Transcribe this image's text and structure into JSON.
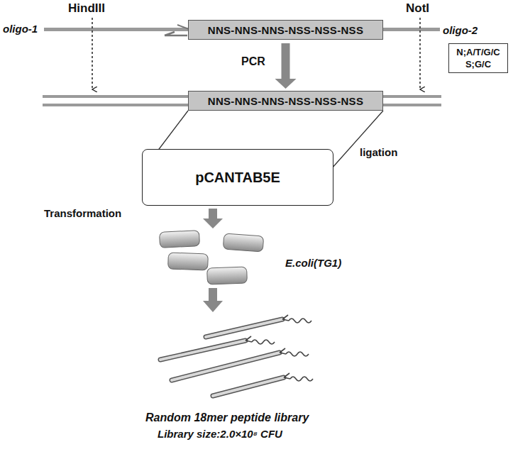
{
  "diagram": {
    "nodes": [
      {
        "text": [
          "NNS-NNS-NNS-NSS-NSS-NSS"
        ]
      },
      {
        "text": [
          "NNS-NNS-NNS-NSS-NSS-NSS"
        ]
      },
      {
        "text": [
          "N;A/T/G/C",
          "S;G/C"
        ]
      },
      {
        "text": [
          "pCANTAB5E"
        ]
      }
    ],
    "edges": [
      {
        "from": 0,
        "to": 1,
        "label": "PCR",
        "arrow": "to"
      },
      {
        "from": 1,
        "to": 3,
        "label": "ligation",
        "arrow": "none"
      }
    ],
    "labels": [
      "HindIII",
      "NotI",
      "oligo-1",
      "oligo-2",
      "Transformation",
      "E.coli(TG1)",
      "Random 18mer peptide library",
      "Library size:2.0×10⁸ CFU"
    ]
  }
}
